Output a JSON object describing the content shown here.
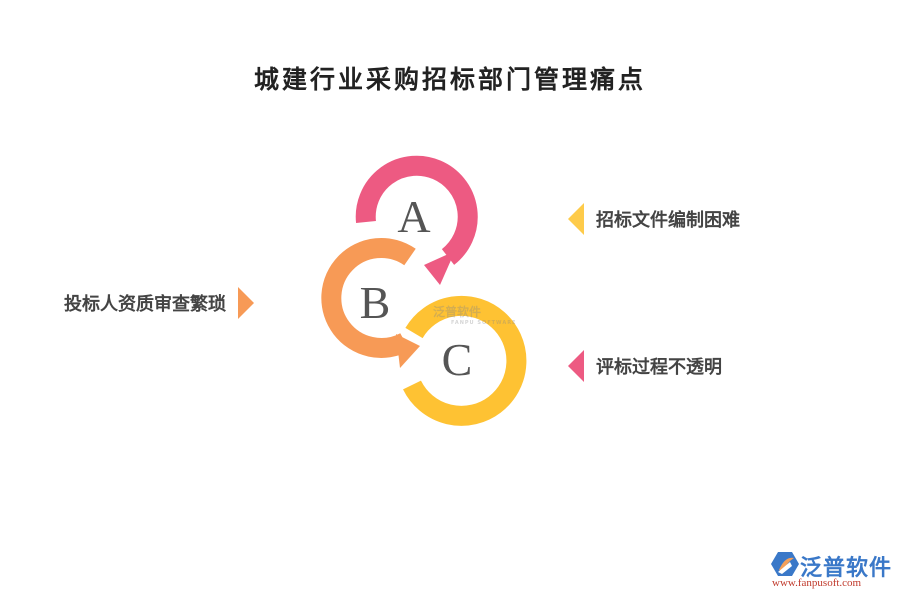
{
  "title": "城建行业采购招标部门管理痛点",
  "rings": [
    {
      "letter": "A",
      "color": "#ED5A82"
    },
    {
      "letter": "B",
      "color": "#F79A56"
    },
    {
      "letter": "C",
      "color": "#FEC233"
    }
  ],
  "items": [
    {
      "label": "招标文件编制困难",
      "color": "#FECB4A",
      "side": "right",
      "pointer": "left"
    },
    {
      "label": "投标人资质审查繁琐",
      "color": "#F79A56",
      "side": "left",
      "pointer": "right"
    },
    {
      "label": "评标过程不透明",
      "color": "#ED5A82",
      "side": "right",
      "pointer": "left"
    }
  ],
  "watermark": {
    "name": "泛普软件",
    "sub": "FANPU SOFTWARE"
  },
  "logo": {
    "name": "泛普软件",
    "url": "www.fanpusoft.com",
    "icon": "fanpu-logo-icon",
    "color": "#3A78C8",
    "url_color": "#C0392B"
  }
}
